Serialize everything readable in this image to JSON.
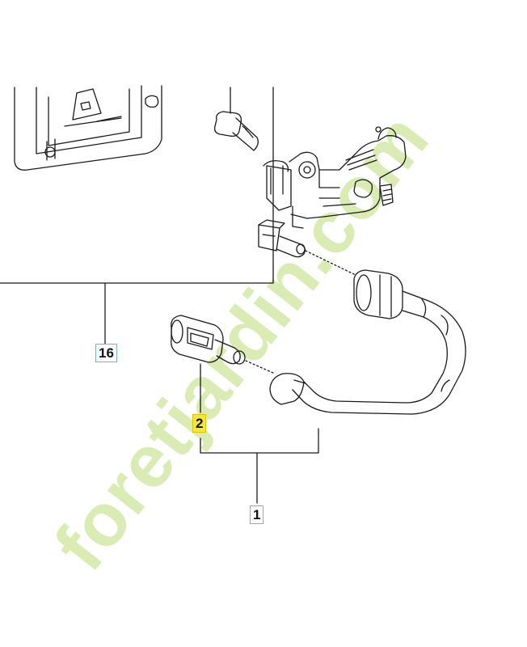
{
  "callouts": {
    "part_16": "16",
    "part_2": "2",
    "part_1": "1"
  },
  "watermark": {
    "text": "foretjardin.com",
    "color": "#d4e8a6"
  },
  "colors": {
    "line": "#1a1a1a",
    "callout_border": "#6fb7c9",
    "highlight": "#f4e63a"
  }
}
